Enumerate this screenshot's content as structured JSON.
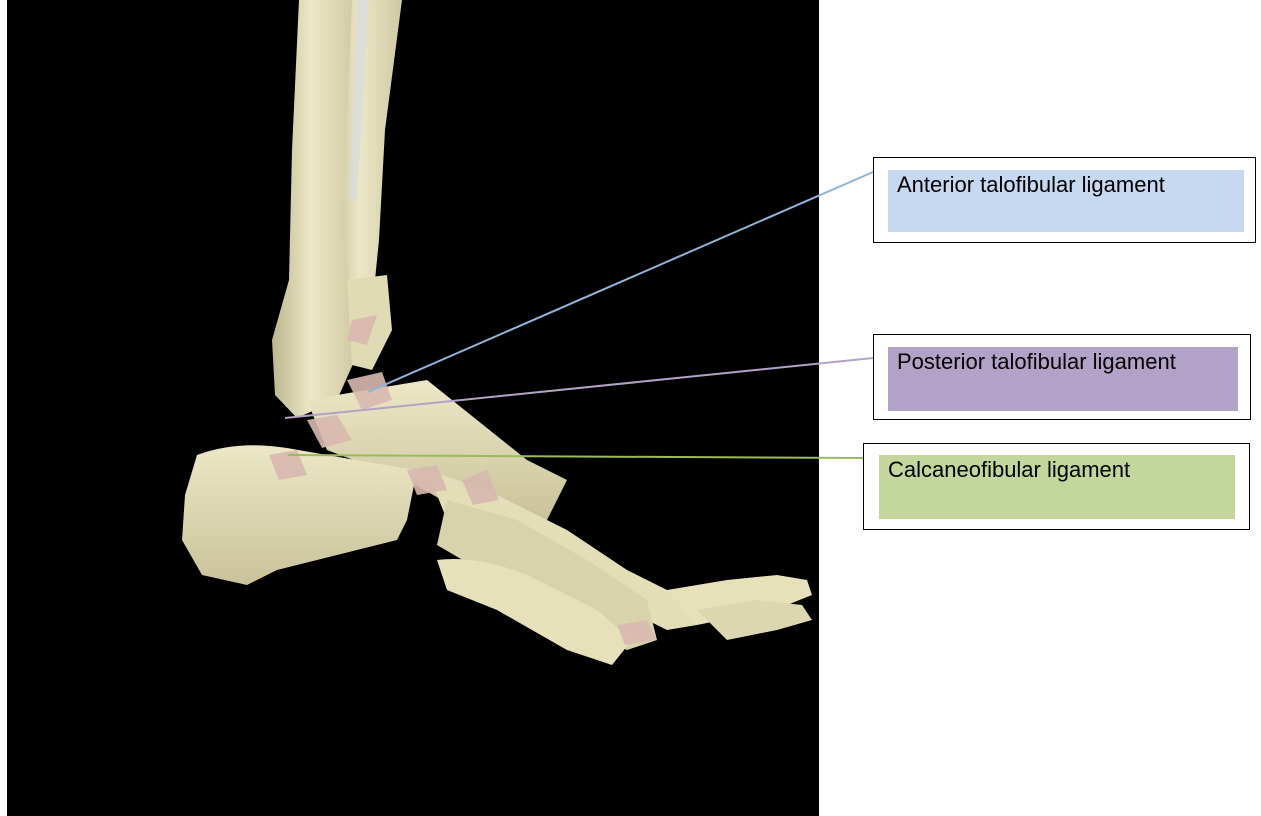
{
  "figure": {
    "labels": [
      {
        "id": "anterior",
        "text": "Anterior talofibular ligament",
        "fill": "#c6d9f1",
        "line_color": "#8fb4d9"
      },
      {
        "id": "posterior",
        "text": "Posterior talofibular ligament",
        "fill": "#b3a2c7",
        "line_color": "#b3a2c7"
      },
      {
        "id": "calcaneo",
        "text": "Calcaneofibular ligament",
        "fill": "#c3d69b",
        "line_color": "#9bbb59"
      }
    ],
    "colors": {
      "background": "#000000",
      "bone": "#e8e3c0",
      "bone_shadow": "#bdb68f",
      "ligament": "#d9b8b0"
    }
  }
}
